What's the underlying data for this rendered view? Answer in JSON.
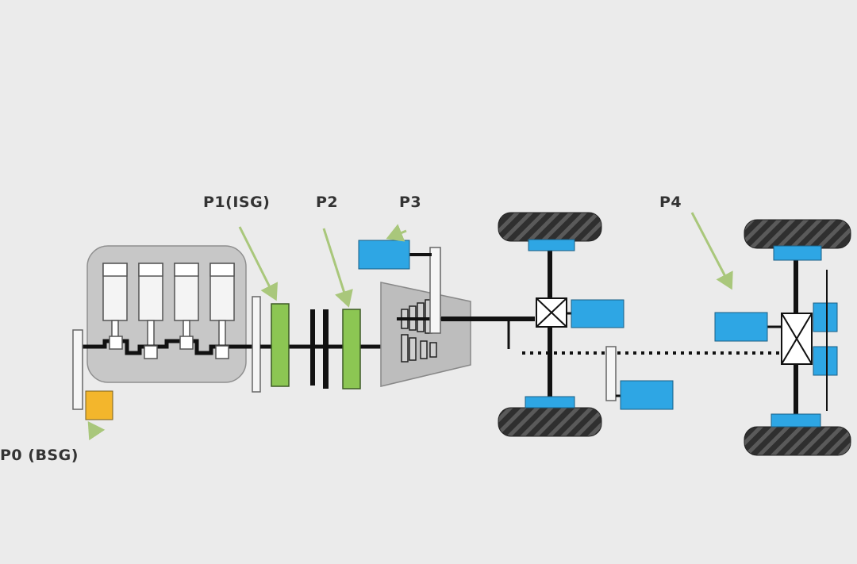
{
  "labels": {
    "p0": "P0 (BSG)",
    "p1": "P1(ISG)",
    "p2": "P2",
    "p3": "P3",
    "p4": "P4"
  },
  "colors": {
    "background": "#ebebeb",
    "engine_block": "#c7c7c7",
    "motor_blue": "#2ea6e4",
    "motor_green": "#8cc653",
    "motor_yellow": "#f3b62c",
    "arrow_green": "#a9c77b",
    "tire": "#2f2f2f",
    "shaft": "#111111",
    "label_text": "#333333"
  },
  "icons": {
    "tire": "tire-tread-icon",
    "differential": "differential-x-icon",
    "piston": "piston-icon"
  }
}
